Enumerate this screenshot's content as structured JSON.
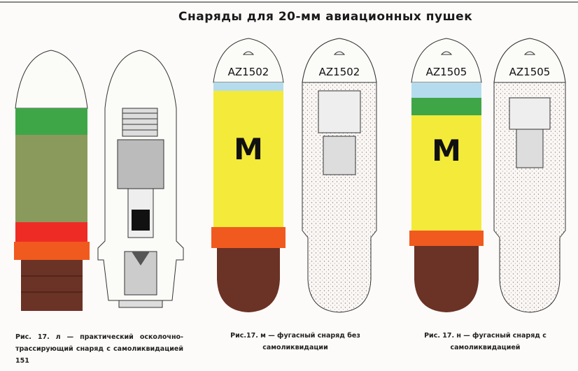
{
  "title": "Снаряды для 20-мм авиационных пушек",
  "shells": [
    {
      "marking": ""
    },
    {
      "marking": ""
    },
    {
      "marking": "AZ1502",
      "letter": "M"
    },
    {
      "marking": "AZ1502",
      "letter": ""
    },
    {
      "marking": "AZ1505",
      "letter": "M"
    },
    {
      "marking": "AZ1505",
      "letter": ""
    }
  ],
  "captions": [
    "Рис. 17. л — практический осколочно-трассирующий снаряд с самоликвидацией 151",
    "Рис.17. м — фугасный снаряд без самоликвидации",
    "Рис. 17. н — фугасный снаряд с самоликвидацией"
  ],
  "colors": {
    "white": "#fbfbf8",
    "green": "#3fa648",
    "olive": "#8a9a5c",
    "red": "#ef2b26",
    "orange": "#f05a1e",
    "brown": "#6b3226",
    "yellow": "#f3ea3a",
    "blue": "#b5dcec"
  }
}
